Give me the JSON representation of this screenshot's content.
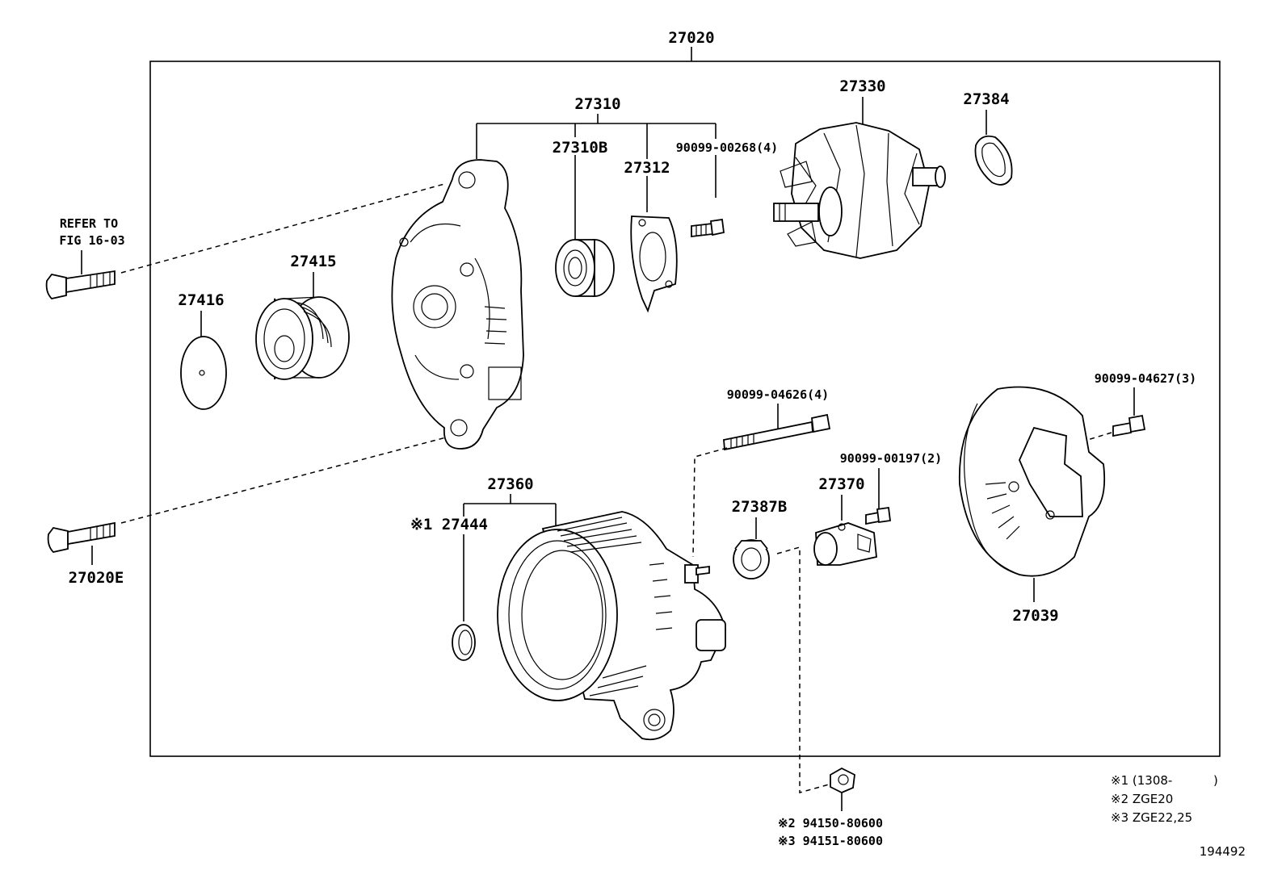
{
  "labels": {
    "p27020": "27020",
    "p27310": "27310",
    "p27310b": "27310B",
    "p27312": "27312",
    "p90099_00268": "90099-00268(4)",
    "p27330": "27330",
    "p27384": "27384",
    "refer_line1": "REFER TO",
    "refer_line2": "FIG 16-03",
    "p27415": "27415",
    "p27416": "27416",
    "p90099_04626": "90099-04626(4)",
    "p90099_04627": "90099-04627(3)",
    "p90099_00197": "90099-00197(2)",
    "p27360": "27360",
    "p27444": "※1 27444",
    "p27387b": "27387B",
    "p27370": "27370",
    "p27039": "27039",
    "p27020e": "27020E",
    "p94150": "※2 94150-80600",
    "p94151": "※3 94151-80600"
  },
  "notes": {
    "n1": "※1 (1308-",
    "n1_close": ")",
    "n2": "※2 ZGE20",
    "n3": "※3 ZGE22,25"
  },
  "figure_id": "194492"
}
